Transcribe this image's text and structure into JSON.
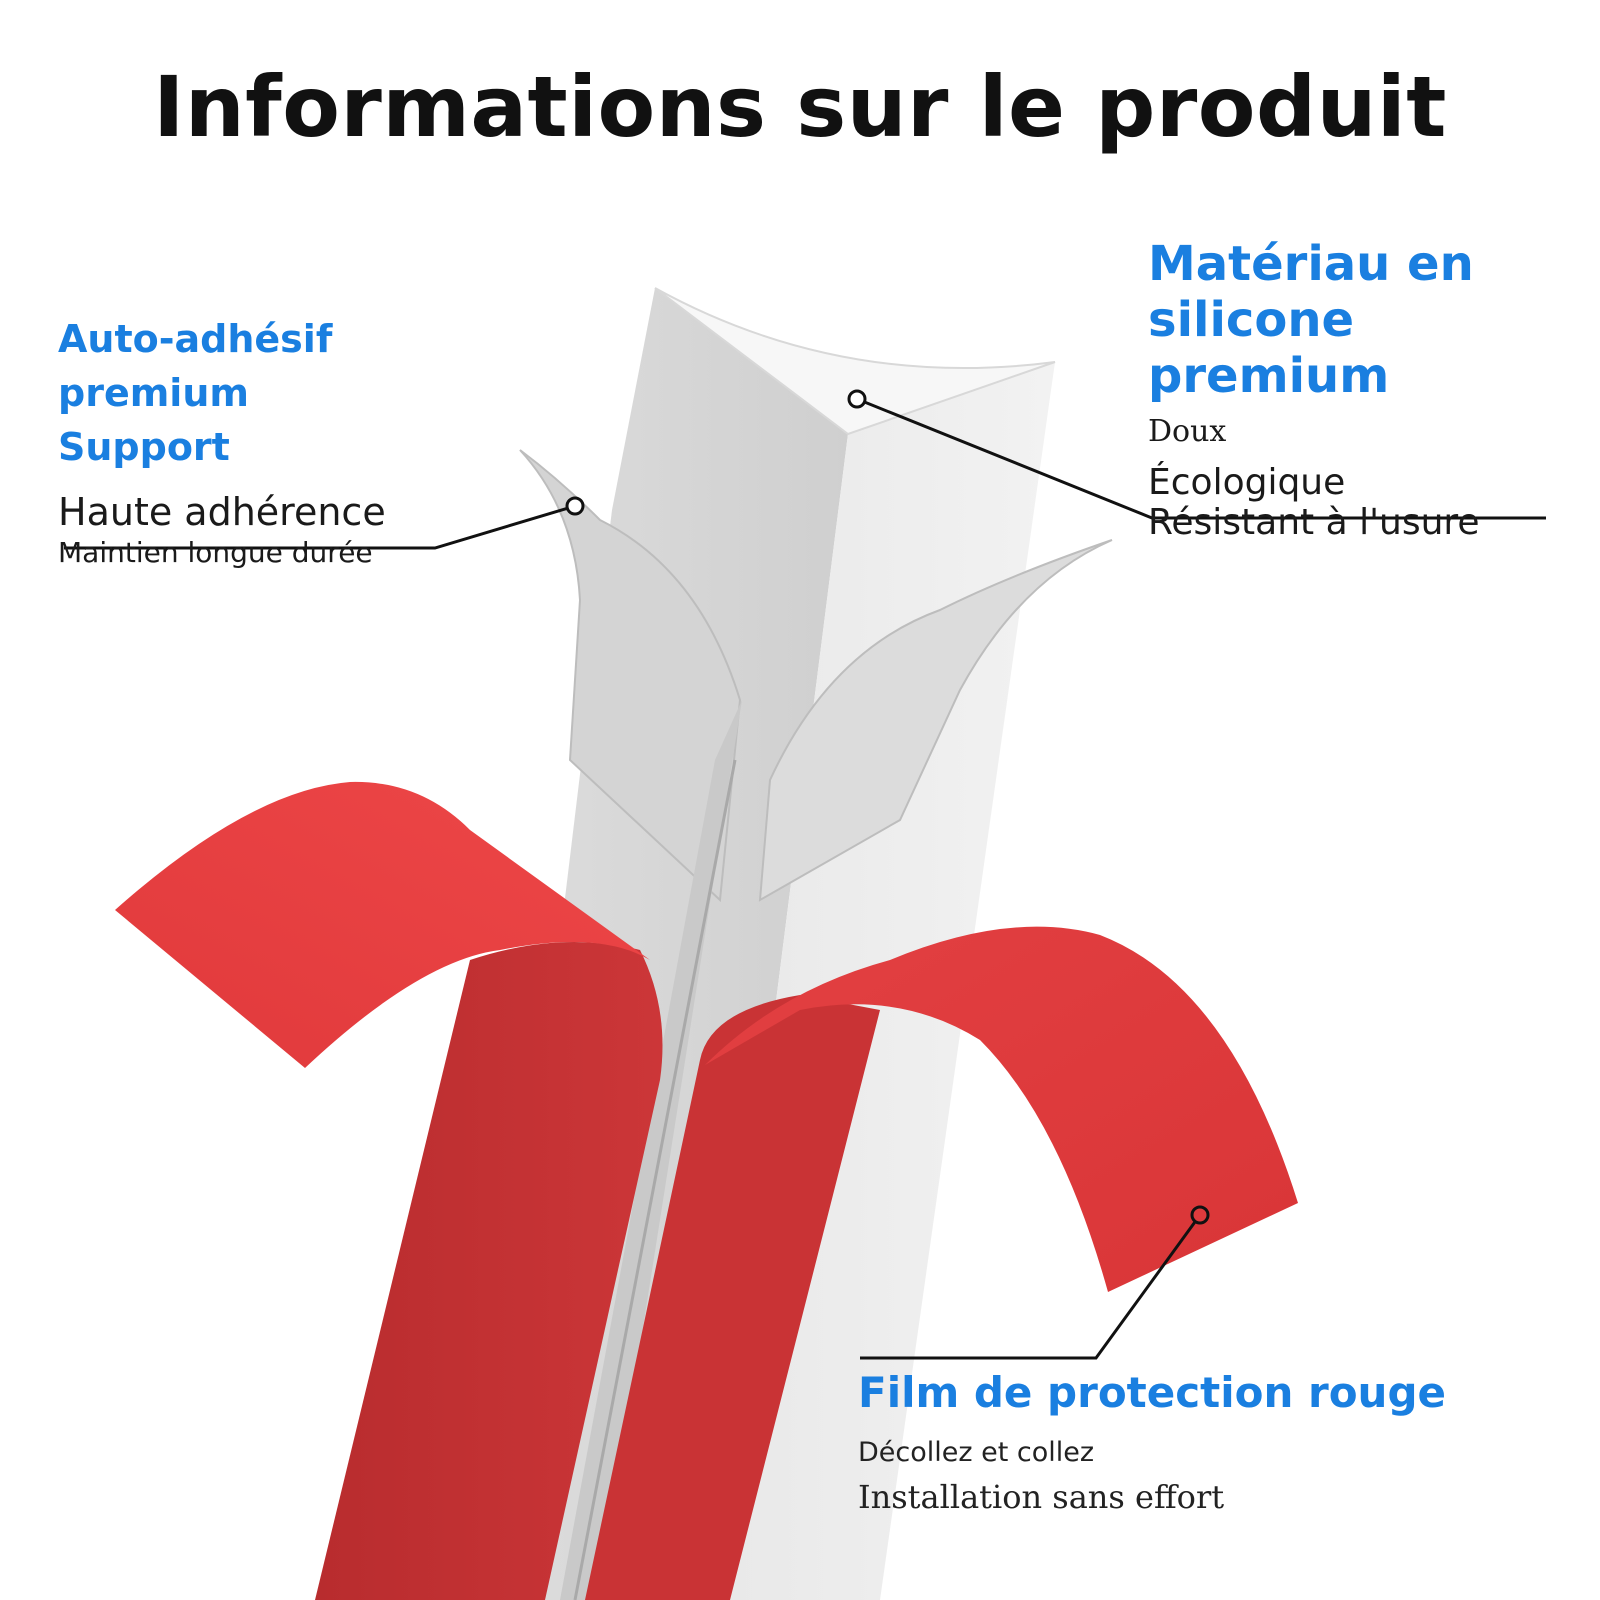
{
  "title": "Informations sur le produit",
  "callouts": {
    "left": {
      "heading_line1": "Auto-adhésif premium",
      "heading_line2": "Support",
      "line1": "Haute adhérence",
      "line2": "Maintien longue durée"
    },
    "right": {
      "heading_line1": "Matériau en",
      "heading_line2": "silicone premium",
      "line1": "Doux",
      "line2": "Écologique",
      "line3": "Résistant à l'usure"
    },
    "bottom": {
      "heading": "Film de protection rouge",
      "line1": "Décollez et collez",
      "line2": "Installation sans effort"
    }
  },
  "colors": {
    "accent_blue": "#1a7fe0",
    "film_red": "#e03b3d",
    "silicone_white": "#e6e6e6"
  }
}
